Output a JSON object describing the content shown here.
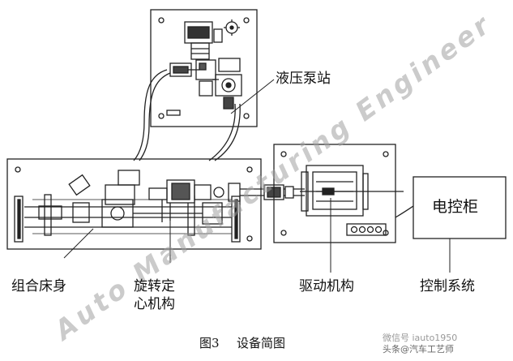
{
  "labels": {
    "hydraulic": "液压泵站",
    "cabinet": "电控柜",
    "bed": "组合床身",
    "centering_line1": "旋转定",
    "centering_line2": "心机构",
    "drive": "驱动机构",
    "control": "控制系统"
  },
  "caption": {
    "figure": "图3",
    "title": "设备简图"
  },
  "watermark": "Auto Manufacturing Engineer",
  "credit": {
    "line1": "微信号 iauto1950",
    "line2": "头条@汽车工艺师"
  },
  "colors": {
    "line": "#222222",
    "watermark": "#a0a0a0"
  }
}
